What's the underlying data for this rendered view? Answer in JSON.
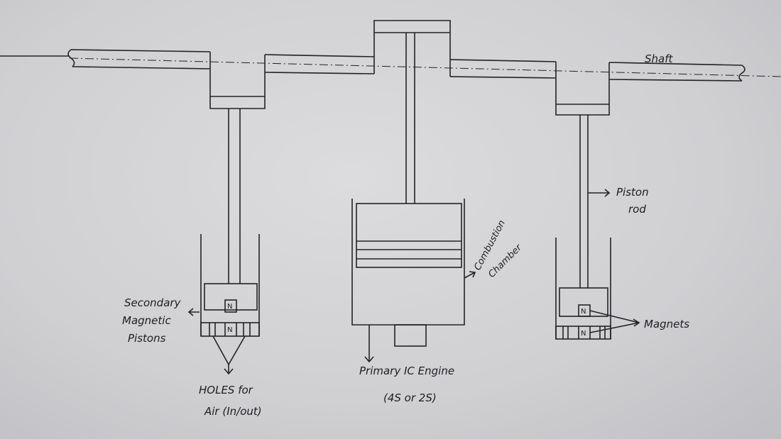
{
  "labels": {
    "shaft": "Shaft",
    "piston_rod_1": "Piston",
    "piston_rod_2": "rod",
    "combustion_1": "Combustion",
    "combustion_2": "Chamber",
    "magnets": "Magnets",
    "secondary_1": "Secondary",
    "secondary_2": "Magnetic",
    "secondary_3": "Pistons",
    "holes_1": "HOLES for",
    "holes_2": "Air (In/out)",
    "engine_1": "Primary IC Engine",
    "engine_2": "(4S or 2S)",
    "magnet_pole": "N"
  },
  "colors": {
    "ink": "#232325",
    "paper": "#d4d4d6"
  }
}
